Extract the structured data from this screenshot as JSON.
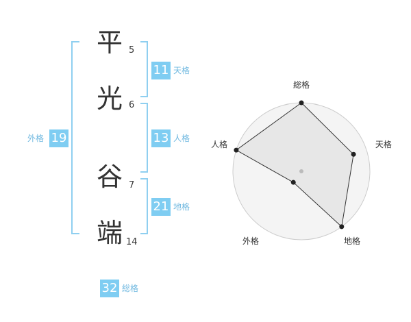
{
  "name": {
    "chars": [
      {
        "char": "平",
        "strokes": "5"
      },
      {
        "char": "光",
        "strokes": "6"
      },
      {
        "char": "谷",
        "strokes": "7"
      },
      {
        "char": "端",
        "strokes": "14"
      }
    ]
  },
  "kakusu": {
    "tenkaku": {
      "value": "11",
      "label": "天格"
    },
    "jinkaku": {
      "value": "13",
      "label": "人格"
    },
    "chikaku": {
      "value": "21",
      "label": "地格"
    },
    "gaikaku": {
      "value": "19",
      "label": "外格"
    },
    "soukaku": {
      "value": "32",
      "label": "総格"
    }
  },
  "radar": {
    "axes": [
      "総格",
      "天格",
      "地格",
      "外格",
      "人格"
    ],
    "values": [
      5,
      4,
      5,
      1,
      5
    ],
    "max": 5,
    "rings": 5,
    "colors": {
      "fill": "#eeeeee",
      "ring": "#cccccc",
      "line": "#333333",
      "point": "#222222",
      "center": "#bbbbbb"
    }
  },
  "colors": {
    "accent": "#7fcdf2",
    "label": "#6fb8e0",
    "bracket": "#8fcff0"
  }
}
